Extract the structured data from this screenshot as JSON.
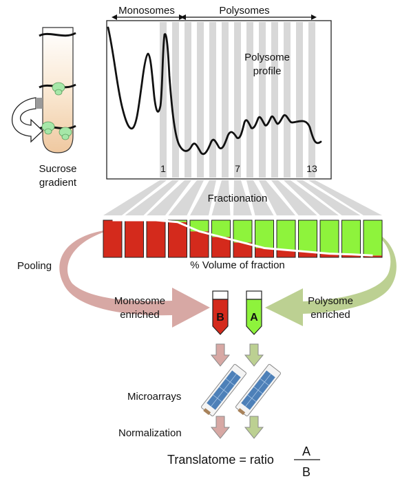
{
  "tube": {
    "label_line1": "Sucrose",
    "label_line2": "gradient"
  },
  "profile": {
    "monosomes_label": "Monosomes",
    "polysomes_label": "Polysomes",
    "title_line1": "Polysome",
    "title_line2": "profile",
    "fraction_numbers": [
      "1",
      "7",
      "13"
    ]
  },
  "fractionation_label": "Fractionation",
  "volume_label": "% Volume of fraction",
  "pooling_label": "Pooling",
  "monosome_label_line1": "Monosome",
  "monosome_label_line2": "enriched",
  "polysome_label_line1": "Polysome",
  "polysome_label_line2": "enriched",
  "pool_b_letter": "B",
  "pool_a_letter": "A",
  "microarrays_label": "Microarrays",
  "normalization_label": "Normalization",
  "formula": {
    "left": "Translatome = ratio",
    "numerator": "A",
    "denominator": "B"
  },
  "fractions": {
    "count": 13,
    "green_fraction": [
      0.0,
      0.0,
      0.0,
      0.05,
      0.3,
      0.45,
      0.6,
      0.75,
      0.8,
      0.85,
      0.9,
      0.92,
      0.95
    ]
  },
  "colors": {
    "red": "#d42a1c",
    "green": "#8ef33c",
    "stripe": "#d8d8d8",
    "pink_arrow": "#d7a8a4",
    "olive_arrow": "#bcd092",
    "tube": "#f6d8b4",
    "ribosome": "#a6e7a8"
  }
}
